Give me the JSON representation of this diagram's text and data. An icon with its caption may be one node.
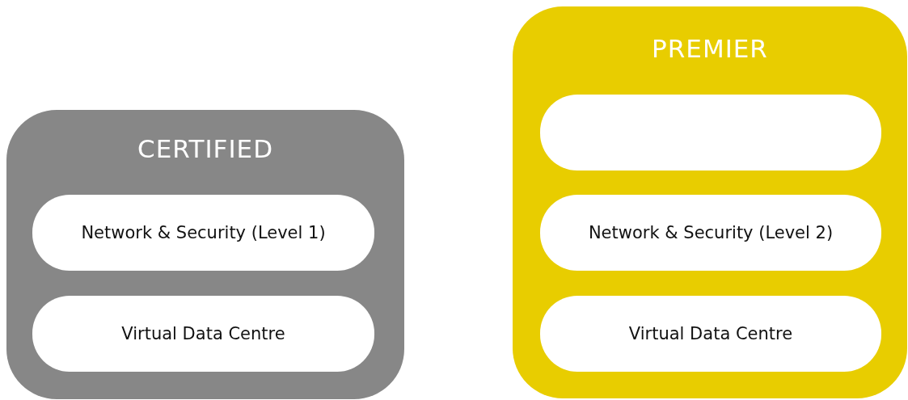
{
  "diagram": {
    "nodes": [
      {
        "text": [
          "CERTIFIED"
        ]
      },
      {
        "text": [
          "Network & Security (Level 1)"
        ],
        "in": 0
      },
      {
        "text": [
          "Virtual Data Centre"
        ],
        "in": 0
      },
      {
        "text": [
          "PREMIER"
        ]
      },
      {
        "text": [],
        "shape": "box",
        "in": 3
      },
      {
        "text": [
          "Network & Security (Level 2)"
        ],
        "in": 3
      },
      {
        "text": [
          "Virtual Data Centre"
        ],
        "in": 3
      }
    ]
  }
}
